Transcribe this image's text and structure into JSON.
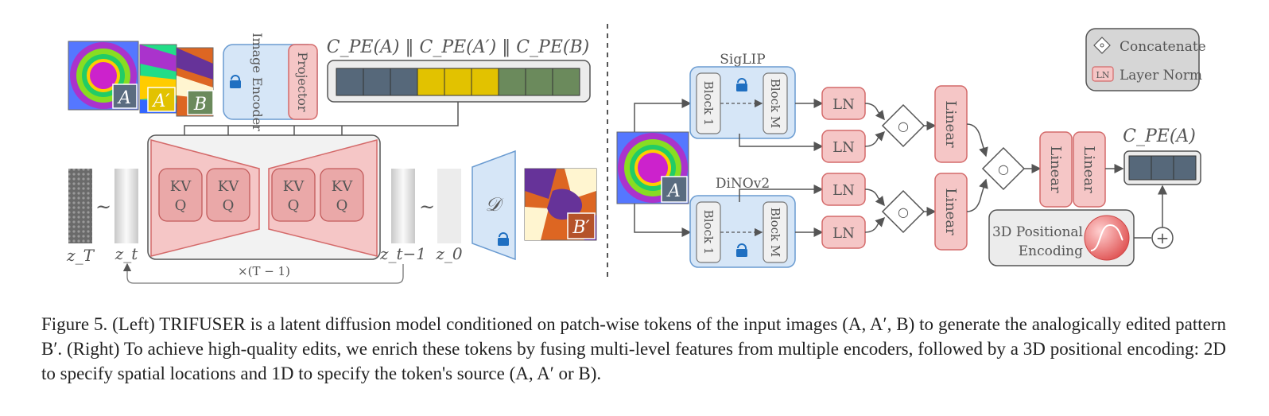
{
  "left": {
    "input_labels": [
      "A",
      "A′",
      "B"
    ],
    "encoder_label": "Image Encoder",
    "projector_label": "Projector",
    "tokens_title": "C_PE(A) ‖ C_PE(A′) ‖ C_PE(B)",
    "kvq_top": "KV",
    "kvq_bottom": "Q",
    "latent_labels": {
      "zT": "z_T",
      "zt": "z_t",
      "zt1": "z_t−1",
      "z0": "z_0"
    },
    "tilde": "~",
    "decoder_label": "𝒟",
    "output_label": "B′",
    "loop_label": "×(T − 1)"
  },
  "right": {
    "legend": {
      "concat_label": "Concatenate",
      "ln_icon": "LN",
      "layernorm_label": "Layer Norm"
    },
    "siglip_label": "SigLIP",
    "dinov2_label": "DiNOv2",
    "block1_label": "Block 1",
    "blockm_label": "Block M",
    "ln_label": "LN",
    "linear_label": "Linear",
    "concat_symbol": "○",
    "input_label": "A",
    "output_title": "C_PE(A)",
    "posenc_label_1": "3D Positional",
    "posenc_label_2": "Encoding",
    "plus_symbol": "+"
  },
  "caption": "Figure 5. (Left) TRIFUSER is a latent diffusion model conditioned on patch-wise tokens of the input images (A, A′, B) to generate the analogically edited pattern B′. (Right) To achieve high-quality edits, we enrich these tokens by fusing multi-level features from multiple encoders, followed by a 3D positional encoding: 2D to specify spatial locations and 1D to specify the token's source (A, A′ or B).",
  "colors": {
    "pink_fill": "#f5c6c6",
    "pink_stroke": "#d46a6a",
    "blue_fill": "#d6e6f7",
    "blue_stroke": "#6a9bd1",
    "token_slate": "#56687a",
    "token_yellow": "#e2c200",
    "token_green": "#6b8a5c",
    "lock_blue": "#1f6fc1"
  }
}
